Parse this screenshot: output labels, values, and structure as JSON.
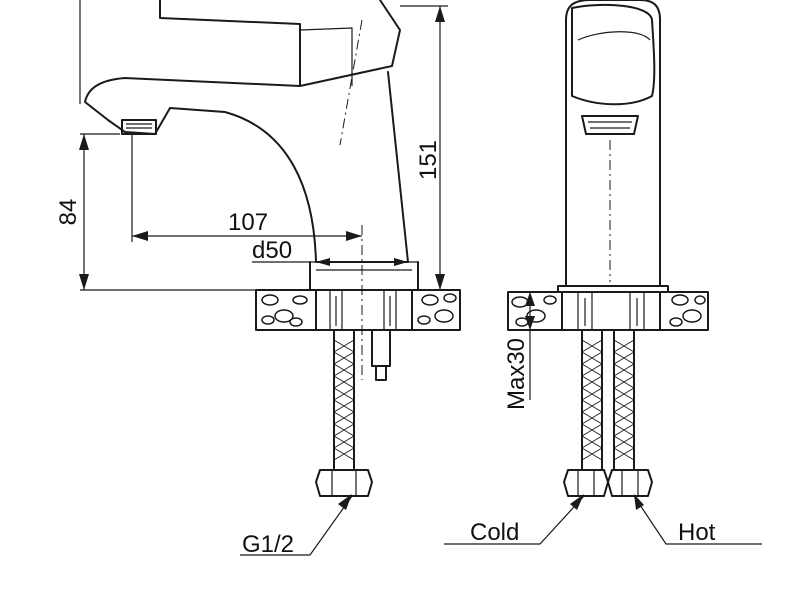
{
  "dimensions": {
    "height_total": "151",
    "spout_height": "84",
    "spout_reach": "107",
    "base_diameter": "d50",
    "max_thickness": "Max30"
  },
  "labels": {
    "connection_thread": "G1/2",
    "cold": "Cold",
    "hot": "Hot"
  }
}
